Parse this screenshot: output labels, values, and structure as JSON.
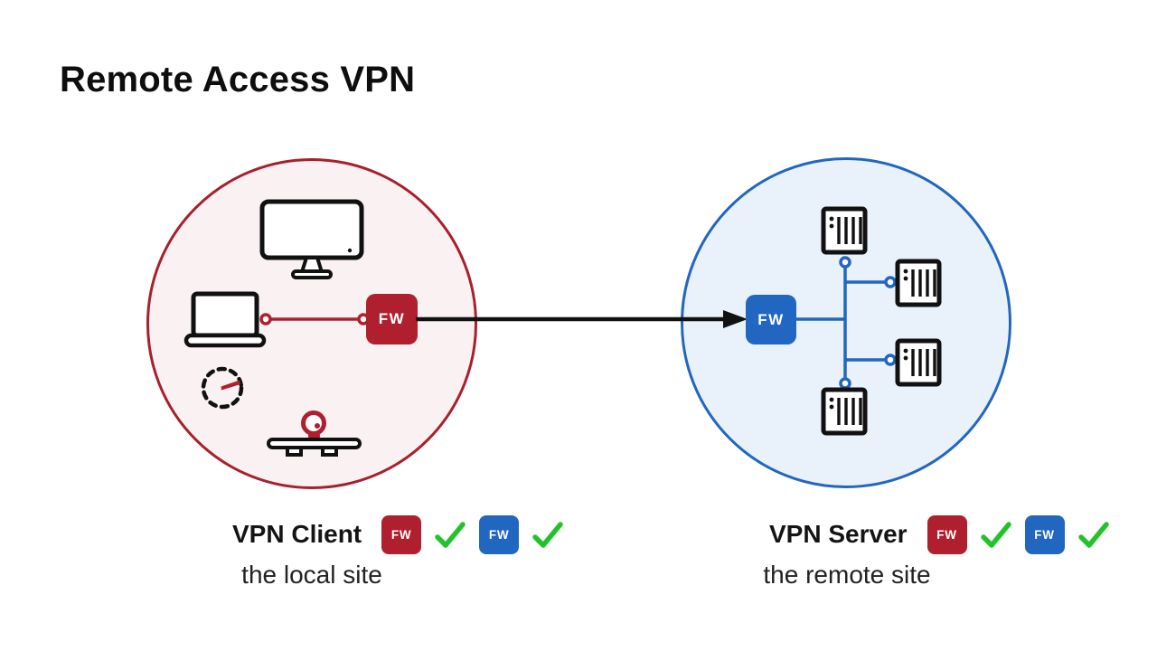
{
  "title": "Remote Access VPN",
  "fw_label": "FW",
  "client_site": {
    "name": "VPN Client",
    "subtitle": "the local site",
    "device_icons": [
      "monitor-icon",
      "laptop-icon",
      "gauge-icon",
      "webcam-shelf-icon"
    ],
    "badges": [
      "fw-red",
      "check",
      "fw-blue",
      "check"
    ]
  },
  "server_site": {
    "name": "VPN Server",
    "subtitle": "the remote site",
    "server_count": 4,
    "badges": [
      "fw-red",
      "check",
      "fw-blue",
      "check"
    ]
  },
  "colors": {
    "firewall_red": "#b01f2e",
    "client_circle_border": "#a81f2d",
    "client_circle_fill": "#faf2f2",
    "firewall_blue": "#2166c0",
    "server_circle_border": "#2166c0",
    "server_circle_fill": "#e9f1fa",
    "check_green": "#22c32a",
    "line_black": "#111111",
    "background": "#ffffff"
  }
}
